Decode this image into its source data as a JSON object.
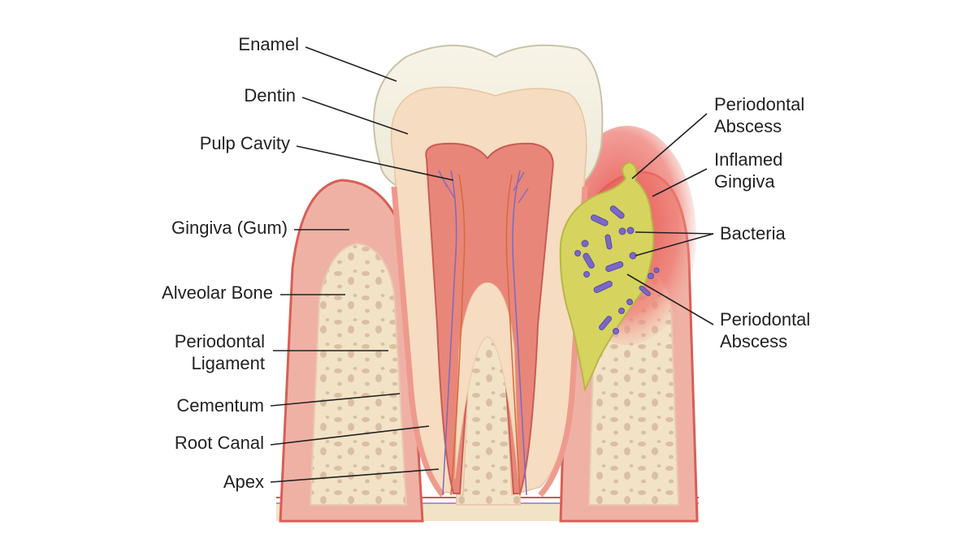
{
  "labels": {
    "enamel": "Enamel",
    "dentin": "Dentin",
    "pulp_cavity": "Pulp Cavity",
    "gingiva_gum": "Gingiva (Gum)",
    "alveolar_bone": "Alveolar Bone",
    "periodontal_ligament_1": "Periodontal",
    "periodontal_ligament_2": "Ligament",
    "cementum": "Cementum",
    "root_canal": "Root Canal",
    "apex": "Apex",
    "periodontal_abscess_top_1": "Periodontal",
    "periodontal_abscess_top_2": "Abscess",
    "inflamed_gingiva_1": "Inflamed",
    "inflamed_gingiva_2": "Gingiva",
    "bacteria": "Bacteria",
    "periodontal_abscess_bottom_1": "Periodontal",
    "periodontal_abscess_bottom_2": "Abscess"
  },
  "colors": {
    "enamel": "#f3f0e2",
    "dentin": "#f6dcc0",
    "pulp": "#e8867a",
    "gingiva": "#f0b1a5",
    "gingiva_edge": "#d75f57",
    "bone": "#f3e3c6",
    "bone_pores": "#d3b59a",
    "abscess": "#d6d45f",
    "bacteria": "#7a68c8",
    "inflamed": "#e8453f"
  }
}
